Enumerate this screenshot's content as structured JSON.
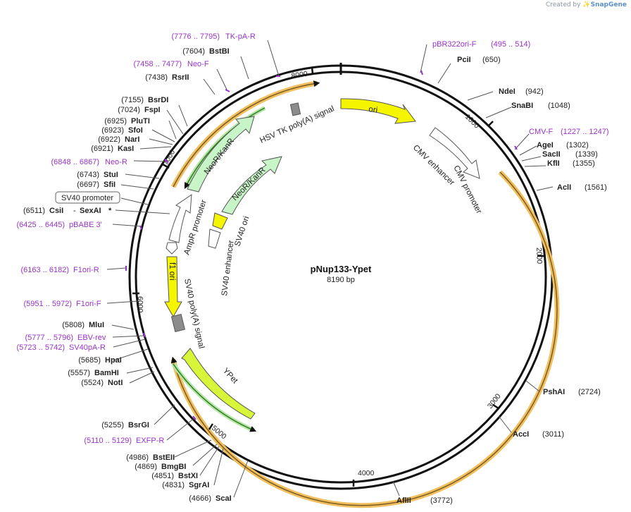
{
  "credit": {
    "prefix": "Created by",
    "brand": "SnapGene"
  },
  "plasmid": {
    "name": "pNup133-Ypet",
    "length_label": "8190 bp"
  },
  "ticks": [
    "1000",
    "2000",
    "3000",
    "4000",
    "5000",
    "6000",
    "7000",
    "8000"
  ],
  "labels": {
    "tkpa": {
      "pos": "(7776 .. 7795)",
      "name": "TK-pA-R"
    },
    "bstbi": {
      "pos": "(7604)",
      "name": "BstBI"
    },
    "neof": {
      "pos": "(7458 .. 7477)",
      "name": "Neo-F"
    },
    "rsrii": {
      "pos": "(7438)",
      "name": "RsrII"
    },
    "bsrdi": {
      "pos": "(7155)",
      "name": "BsrDI"
    },
    "fspi": {
      "pos": "(7024)",
      "name": "FspI"
    },
    "pluti": {
      "pos": "(6925)",
      "name": "PluTI"
    },
    "sfoi": {
      "pos": "(6923)",
      "name": "SfoI"
    },
    "nari": {
      "pos": "(6922)",
      "name": "NarI"
    },
    "kasi": {
      "pos": "(6921)",
      "name": "KasI"
    },
    "neor": {
      "pos": "(6848 .. 6867)",
      "name": "Neo-R"
    },
    "stui": {
      "pos": "(6743)",
      "name": "StuI"
    },
    "sfii": {
      "pos": "(6697)",
      "name": "SfiI"
    },
    "sv40box": "SV40 promoter",
    "csii": {
      "pos": "(6511)",
      "name": "CsiI",
      "sep": "-",
      "name2": "SexAI",
      "star": "*"
    },
    "pbabe": {
      "pos": "(6425 .. 6445)",
      "name": "pBABE 3'"
    },
    "f1orir": {
      "pos": "(6163 .. 6182)",
      "name": "F1ori-R"
    },
    "f1orif": {
      "pos": "(5951 .. 5972)",
      "name": "F1ori-F"
    },
    "mlui": {
      "pos": "(5808)",
      "name": "MluI"
    },
    "ebv": {
      "pos": "(5777 .. 5796)",
      "name": "EBV-rev"
    },
    "sv40pa": {
      "pos": "(5723 .. 5742)",
      "name": "SV40pA-R"
    },
    "hpai": {
      "pos": "(5685)",
      "name": "HpaI"
    },
    "bamhi": {
      "pos": "(5557)",
      "name": "BamHI"
    },
    "noti": {
      "pos": "(5524)",
      "name": "NotI"
    },
    "bsrgi": {
      "pos": "(5255)",
      "name": "BsrGI"
    },
    "exfp": {
      "pos": "(5110 .. 5129)",
      "name": "EXFP-R"
    },
    "bsteii": {
      "pos": "(4986)",
      "name": "BstEII"
    },
    "bmgbi": {
      "pos": "(4869)",
      "name": "BmgBI"
    },
    "bstxi": {
      "pos": "(4851)",
      "name": "BstXI"
    },
    "sgrai": {
      "pos": "(4831)",
      "name": "SgrAI"
    },
    "scai": {
      "pos": "(4666)",
      "name": "ScaI"
    },
    "pbr322": {
      "name": "pBR322ori-F",
      "pos": "(495 .. 514)"
    },
    "pci": {
      "name": "PciI",
      "pos": "(650)"
    },
    "ndei": {
      "name": "NdeI",
      "pos": "(942)"
    },
    "snabi": {
      "name": "SnaBI",
      "pos": "(1048)"
    },
    "cmvf": {
      "name": "CMV-F",
      "pos": "(1227 .. 1247)"
    },
    "agei": {
      "name": "AgeI",
      "pos": "(1302)"
    },
    "sacii": {
      "name": "SacII",
      "pos": "(1339)"
    },
    "kfli": {
      "name": "KflI",
      "pos": "(1355)"
    },
    "acli": {
      "name": "AclI",
      "pos": "(1561)"
    },
    "pshai": {
      "name": "PshAI",
      "pos": "(2724)"
    },
    "acci": {
      "name": "AccI",
      "pos": "(3011)"
    },
    "aflii": {
      "name": "AflII",
      "pos": "(3772)"
    }
  },
  "features": {
    "ori": "ori",
    "cmv_enh": "CMV enhancer",
    "cmv_prom": "CMV promoter",
    "hsv": "HSV TK poly(A) signal",
    "neokan_outer": "NeoR/KanR",
    "neokan_inner": "NeoR/KanR",
    "sv40ori": "SV40 ori",
    "sv40enh": "SV40 enhancer",
    "ampr": "AmpR promoter",
    "f1": "f1 ori",
    "sv40pa": "SV40 poly(A) signal",
    "ypet": "YPet"
  },
  "colors": {
    "primer": "#9a33c8",
    "ori": "#f5f500",
    "neo": "#c8f5c8",
    "ypet": "#d8f53a",
    "orf_orange": "#f0c060",
    "orf_green": "#6aa84f",
    "gray_box": "#8c8c8c",
    "ring": "#111111"
  }
}
